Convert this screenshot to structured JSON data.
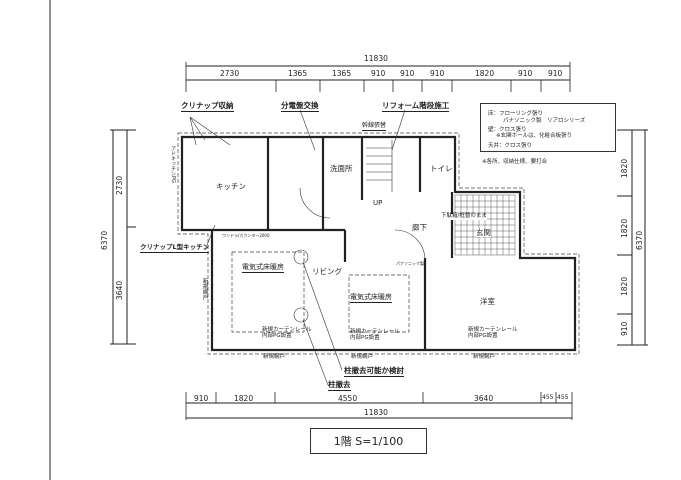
{
  "dimensions": {
    "top_total": "11830",
    "top_segments": [
      "2730",
      "1365",
      "1365",
      "910",
      "910",
      "910",
      "1820",
      "910",
      "910"
    ],
    "bottom_segments": [
      "910",
      "1820",
      "4550",
      "3640",
      "455",
      "455"
    ],
    "bottom_total": "11830",
    "left_total": "6370",
    "left_segments": [
      "2730",
      "3640"
    ],
    "right_total": "6370",
    "right_segments": [
      "1820",
      "1820",
      "1820",
      "910"
    ]
  },
  "callouts": {
    "storage": "クリナップ収納",
    "panel": "分電盤交換",
    "stairs": "リフォーム階段施工",
    "trunk": "幹線張替",
    "l_kitchen": "クリナップL型キッチン",
    "pillar_check": "柱撤去可能か検討",
    "pillar_remove": "柱撤去"
  },
  "rooms": {
    "kitchen": "キッチン",
    "washroom": "洗面所",
    "toilet": "トイレ",
    "up": "UP",
    "hallway": "廊下",
    "entrance": "玄関",
    "shoebox": "下駄箱/框替のまま",
    "living": "リビング",
    "western": "洋室",
    "floor_heat_1": "電気式床暖房",
    "floor_heat_2": "電気式床暖房"
  },
  "notes": {
    "curtain_1": [
      "新規カーテンレール",
      "内部PG設置"
    ],
    "curtain_2": [
      "新規カーテンレール",
      "内部PG設置"
    ],
    "curtain_3": [
      "新規カーテンレール",
      "内部PG設置"
    ],
    "screen_1": "新規網戸",
    "screen_2": "新規網戸",
    "screen_3": "新規網戸",
    "screen_side": "新規網戸",
    "hood": "アドキッチンPG",
    "counter": "ワンドラ/カウンター2000",
    "panasonic": "パナソニック製"
  },
  "legend": {
    "floor": "床：フローリング張り",
    "floor_sub": "パナソニック製　リアロシリーズ",
    "wall": "壁：クロス張り",
    "wall_sub": "※玄関ホールは、化粧合板張り",
    "ceiling": "天井：クロス張り",
    "footnote": "※各所、収納仕様、要打合"
  },
  "title": "1階 S=1/100"
}
